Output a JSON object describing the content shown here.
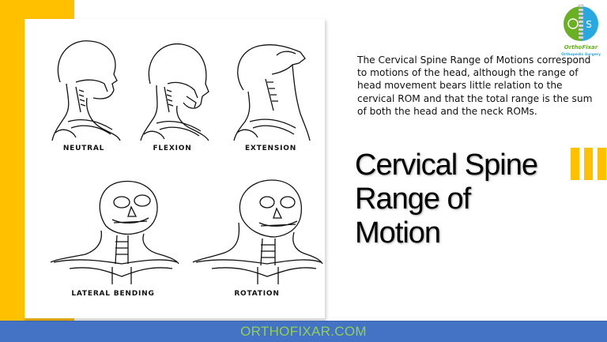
{
  "slide": {
    "description": "The Cervical Spine Range of Motions correspond to motions of the head, although the range of head movement bears little relation to the cervical ROM and that the total range is the sum of both the head and the neck ROMs.",
    "title_lines": [
      "Cervical Spine",
      "Range of",
      "Motion"
    ],
    "accent_color": "#ffc000",
    "footer_color": "#4472c4"
  },
  "figures": [
    {
      "label": "NEUTRAL"
    },
    {
      "label": "FLEXION"
    },
    {
      "label": "EXTENSION"
    },
    {
      "label": "LATERAL  BENDING"
    },
    {
      "label": "ROTATION"
    }
  ],
  "logo": {
    "brand": "OrthoFixar",
    "tagline": "Orthopedic Surgery",
    "left_color": "#6ab023",
    "right_color": "#29a8e0"
  },
  "footer": {
    "text": "ORTHOFIXAR.COM",
    "text_color": "#92d050"
  }
}
